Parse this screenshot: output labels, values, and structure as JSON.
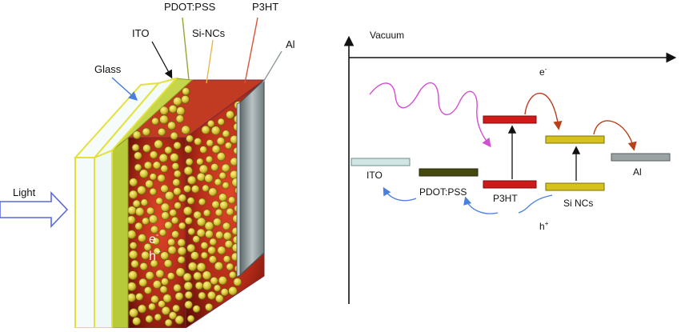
{
  "device_labels": {
    "pdot_pss": "PDOT:PSS",
    "p3ht": "P3HT",
    "ito": "ITO",
    "si_ncs": "Si-NCs",
    "al": "Al",
    "glass": "Glass",
    "light": "Light",
    "electron": "e",
    "electron_sup": "-",
    "hole": "h",
    "hole_sup": "+"
  },
  "energy_diagram": {
    "vacuum": "Vacuum",
    "ito": "ITO",
    "pdot_pss": "PDOT:PSS",
    "p3ht": "P3HT",
    "si_ncs": "Si NCs",
    "al": "Al",
    "electron": "e",
    "electron_sup": "-",
    "hole": "h",
    "hole_sup": "+"
  },
  "colors": {
    "glass_edge": "#e8e84a",
    "glass_fill": "#eef8f6",
    "ito_layer": "#b9cc3c",
    "active_layer": "#b8321e",
    "nanocrystal": "#d9c93a",
    "al_plate": "#8f9a9c",
    "ito_level": "#cfe6e4",
    "pdot_level": "#45480f",
    "p3ht_level": "#d01a1a",
    "si_level": "#d6c21c",
    "al_level": "#9aa2a3",
    "photon": "#d24fd2",
    "electron_arrow": "#b8401c",
    "hole_arrow": "#4a7fe0"
  }
}
